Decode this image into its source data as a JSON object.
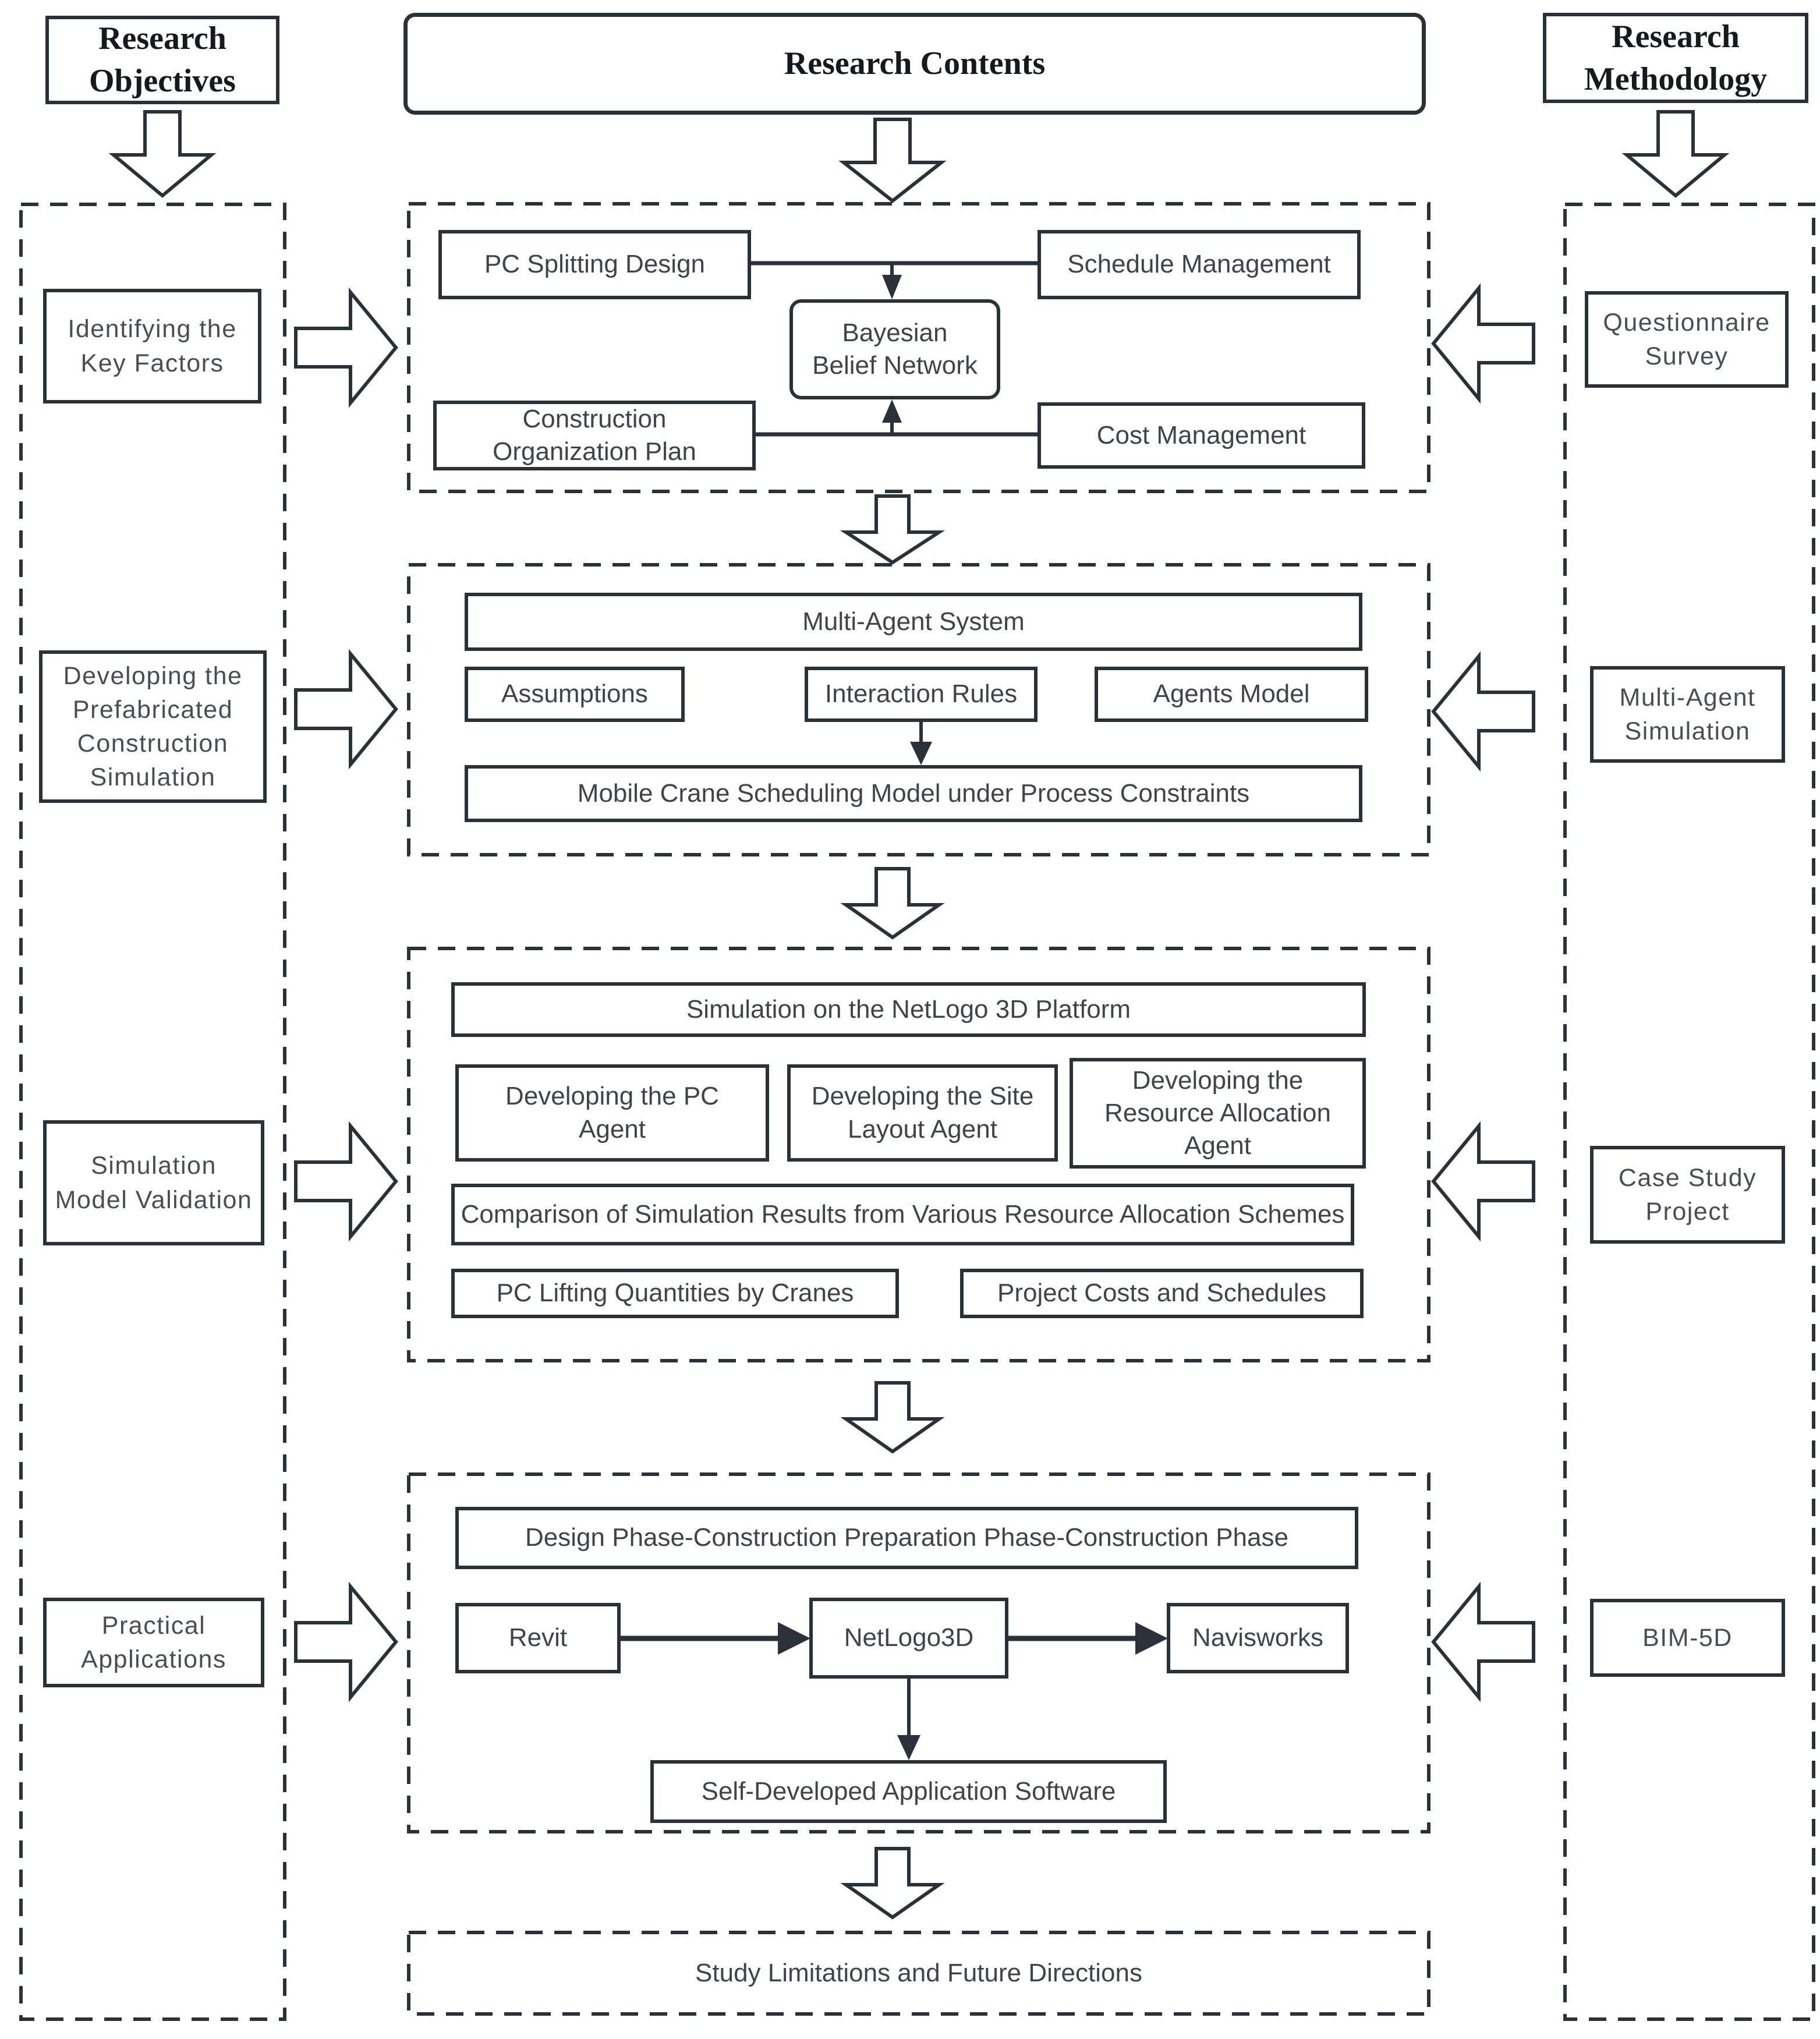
{
  "colors": {
    "stroke": "#2b3138",
    "text": "#3f444b",
    "background": "#ffffff"
  },
  "headers": {
    "objectives": "Research Objectives",
    "contents": "Research Contents",
    "methodology": "Research Methodology"
  },
  "objectives": {
    "items": [
      "Identifying the Key Factors",
      "Developing the Prefabricated Construction Simulation",
      "Simulation Model Validation",
      "Practical Applications"
    ]
  },
  "methodology": {
    "items": [
      "Questionnaire Survey",
      "Multi-Agent Simulation",
      "Case Study Project",
      "BIM-5D"
    ]
  },
  "section_factors": {
    "pc_splitting": "PC Splitting Design",
    "schedule_management": "Schedule Management",
    "bayesian_network": "Bayesian Belief Network",
    "construction_org_plan": "Construction Organization Plan",
    "cost_management": "Cost Management"
  },
  "section_mas": {
    "system": "Multi-Agent System",
    "assumptions": "Assumptions",
    "interaction_rules": "Interaction Rules",
    "agents_model": "Agents Model",
    "crane_model": "Mobile Crane Scheduling Model under Process Constraints"
  },
  "section_simulation": {
    "platform": "Simulation on the NetLogo 3D Platform",
    "pc_agent": "Developing the PC Agent",
    "site_agent": "Developing the Site Layout Agent",
    "resource_agent": "Developing the Resource Allocation Agent",
    "comparison": "Comparison of Simulation Results from Various Resource Allocation Schemes",
    "lifting": "PC Lifting Quantities by Cranes",
    "costs_schedules": "Project Costs and Schedules"
  },
  "section_application": {
    "phases": "Design Phase-Construction Preparation Phase-Construction Phase",
    "revit": "Revit",
    "netlogo": "NetLogo3D",
    "navisworks": "Navisworks",
    "software": "Self-Developed Application Software"
  },
  "section_limitations": {
    "label": "Study Limitations and Future Directions"
  }
}
